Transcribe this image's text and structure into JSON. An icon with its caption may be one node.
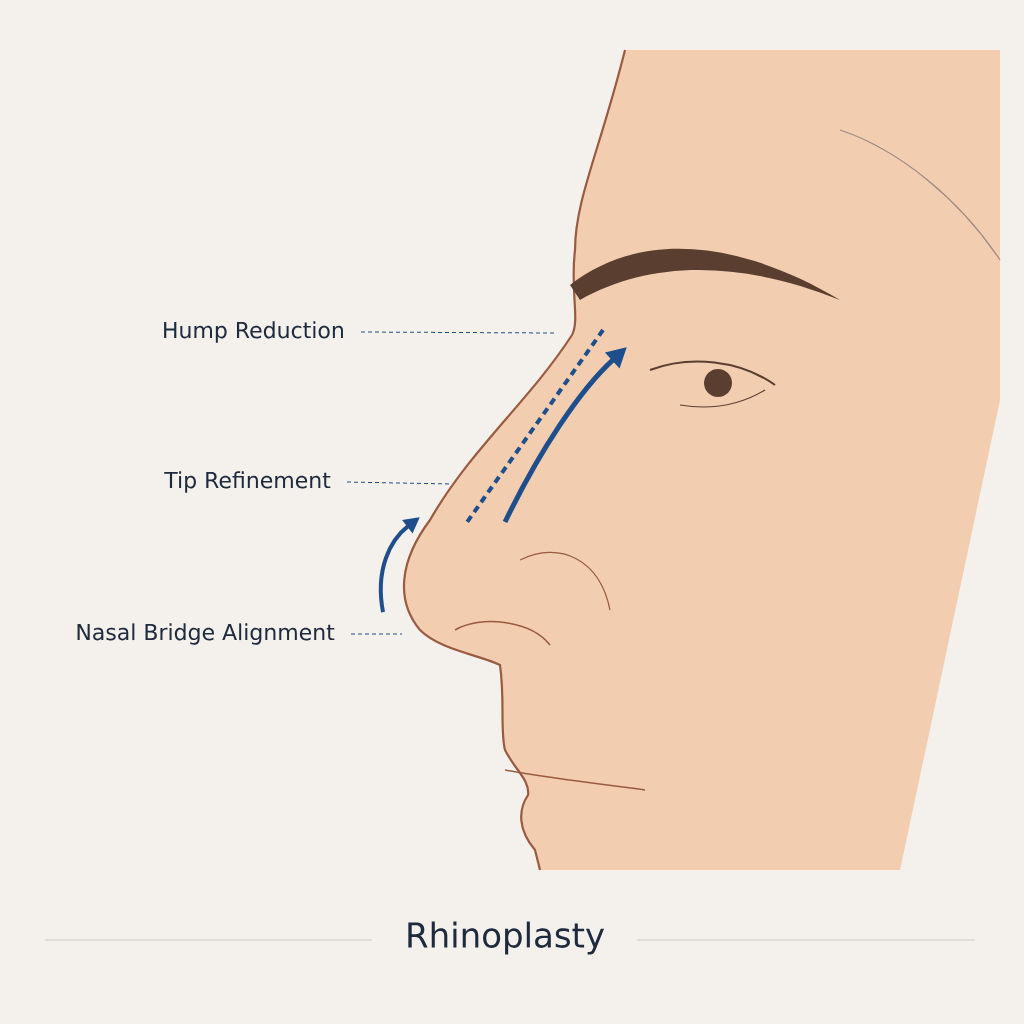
{
  "diagram": {
    "title": "Rhinoplasty",
    "nodes": [
      {
        "text": [
          "Hump Reduction"
        ]
      },
      {
        "text": [
          "Tip Refinement"
        ]
      },
      {
        "text": [
          "Nasal Bridge Alignment"
        ]
      }
    ],
    "edges": [
      {
        "from": 0,
        "to": null,
        "arrow": "none",
        "style": "dashed"
      },
      {
        "from": 1,
        "to": null,
        "arrow": "none",
        "style": "dashed"
      },
      {
        "from": 2,
        "to": null,
        "arrow": "none",
        "style": "dashed"
      }
    ]
  }
}
